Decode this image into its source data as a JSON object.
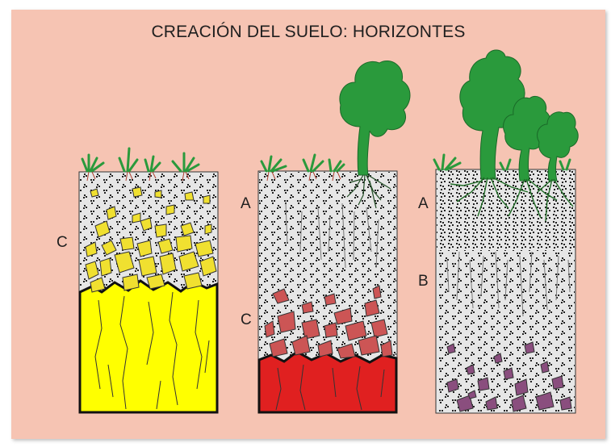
{
  "title": "CREACIÓN DEL SUELO: HORIZONTES",
  "columns": [
    {
      "id": "column-1",
      "horizons": [
        "C"
      ],
      "bedrock_color": "#ffff00",
      "fragment_color": "#f0e030"
    },
    {
      "id": "column-2",
      "horizons": [
        "A",
        "C"
      ],
      "bedrock_color": "#e02020",
      "fragment_color": "#cc5555"
    },
    {
      "id": "column-3",
      "horizons": [
        "A",
        "B"
      ],
      "fragment_color": "#8a4e7e"
    }
  ],
  "colors": {
    "background": "#f6c4b3",
    "soil": "#e6e6e6",
    "tree": "#2a9a3c",
    "grass": "#2a9a3c",
    "roots": "#1f6a25"
  }
}
